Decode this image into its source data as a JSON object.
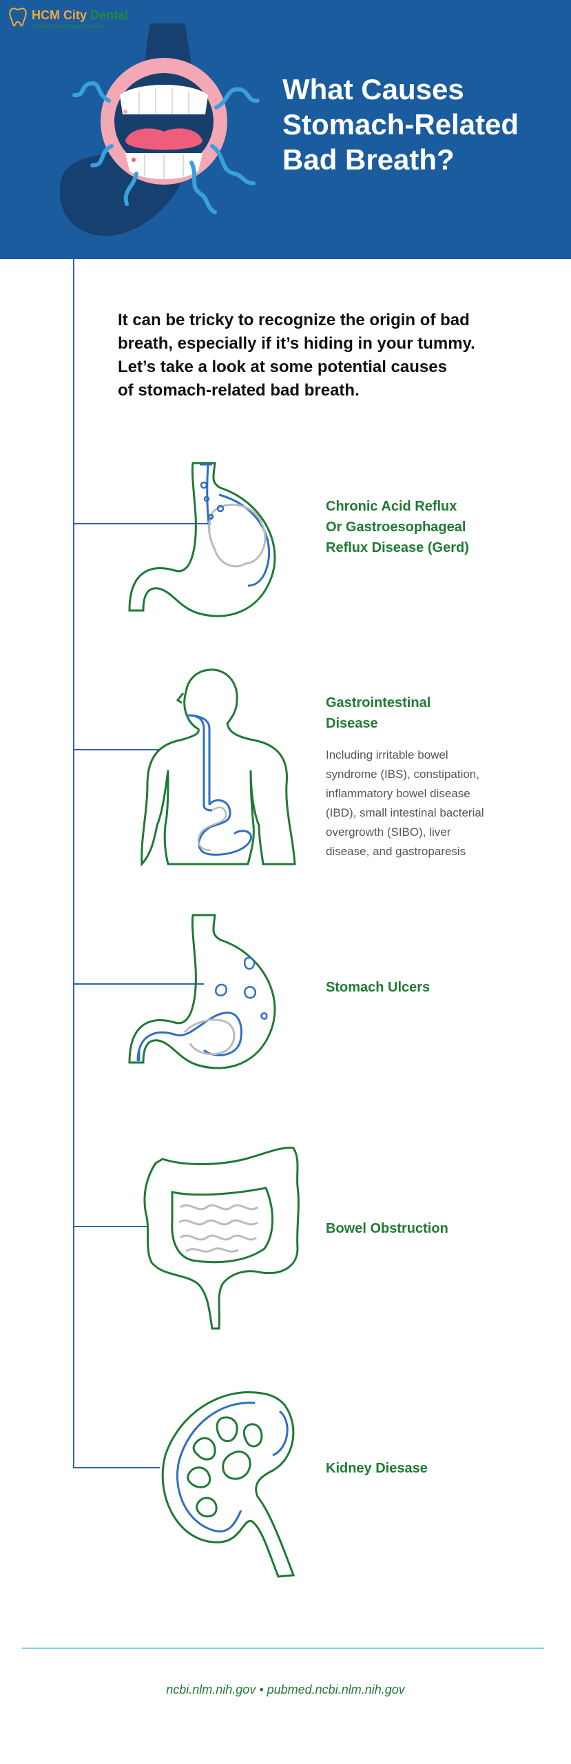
{
  "logo": {
    "name_part1": "HCM City ",
    "name_part2": "Dental",
    "tagline": "Quality Dental Care Services"
  },
  "header": {
    "title_lines": [
      "What Causes",
      "Stomach-Related",
      "Bad Breath?"
    ]
  },
  "intro_lines": [
    "It can be tricky to recognize the origin of bad",
    "breath, especially if it’s hiding in your tummy.",
    "Let’s take a look at some potential causes",
    "of stomach-related bad breath."
  ],
  "causes": [
    {
      "title_lines": [
        "Chronic Acid Reflux",
        "Or Gastroesophageal",
        "Reflux Disease (Gerd)"
      ],
      "icon": "stomach-reflux-icon"
    },
    {
      "title_lines": [
        "Gastrointestinal",
        "Disease"
      ],
      "description_lines": [
        "Including irritable bowel",
        "syndrome (IBS), constipation,",
        "inflammatory bowel disease",
        "(IBD), small intestinal bacterial",
        "overgrowth (SIBO), liver",
        "disease, and gastroparesis"
      ],
      "icon": "human-torso-digestive-icon"
    },
    {
      "title_lines": [
        "Stomach Ulcers"
      ],
      "icon": "stomach-ulcer-icon"
    },
    {
      "title_lines": [
        "Bowel Obstruction"
      ],
      "icon": "intestines-icon"
    },
    {
      "title_lines": [
        "Kidney Diesase"
      ],
      "icon": "kidney-icon"
    }
  ],
  "footer": {
    "sources": "ncbi.nlm.nih.gov • pubmed.ncbi.nlm.nih.gov"
  },
  "colors": {
    "header_bg": "#1b5c9e",
    "accent_green": "#1e7a34",
    "timeline_blue": "#2f62ad",
    "footer_line": "#7fd0ec"
  }
}
